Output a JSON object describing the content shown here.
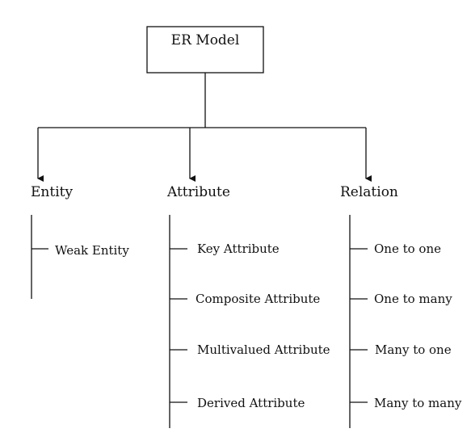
{
  "root": {
    "label": "ER Model"
  },
  "categories": [
    {
      "label": "Entity",
      "items": [
        "Weak Entity"
      ]
    },
    {
      "label": "Attribute",
      "items": [
        "Key Attribute",
        "Composite Attribute",
        "Multivalued Attribute",
        "Derived Attribute"
      ]
    },
    {
      "label": "Relation",
      "items": [
        "One to one",
        "One to many",
        "Many to one",
        "Many to many"
      ]
    }
  ]
}
